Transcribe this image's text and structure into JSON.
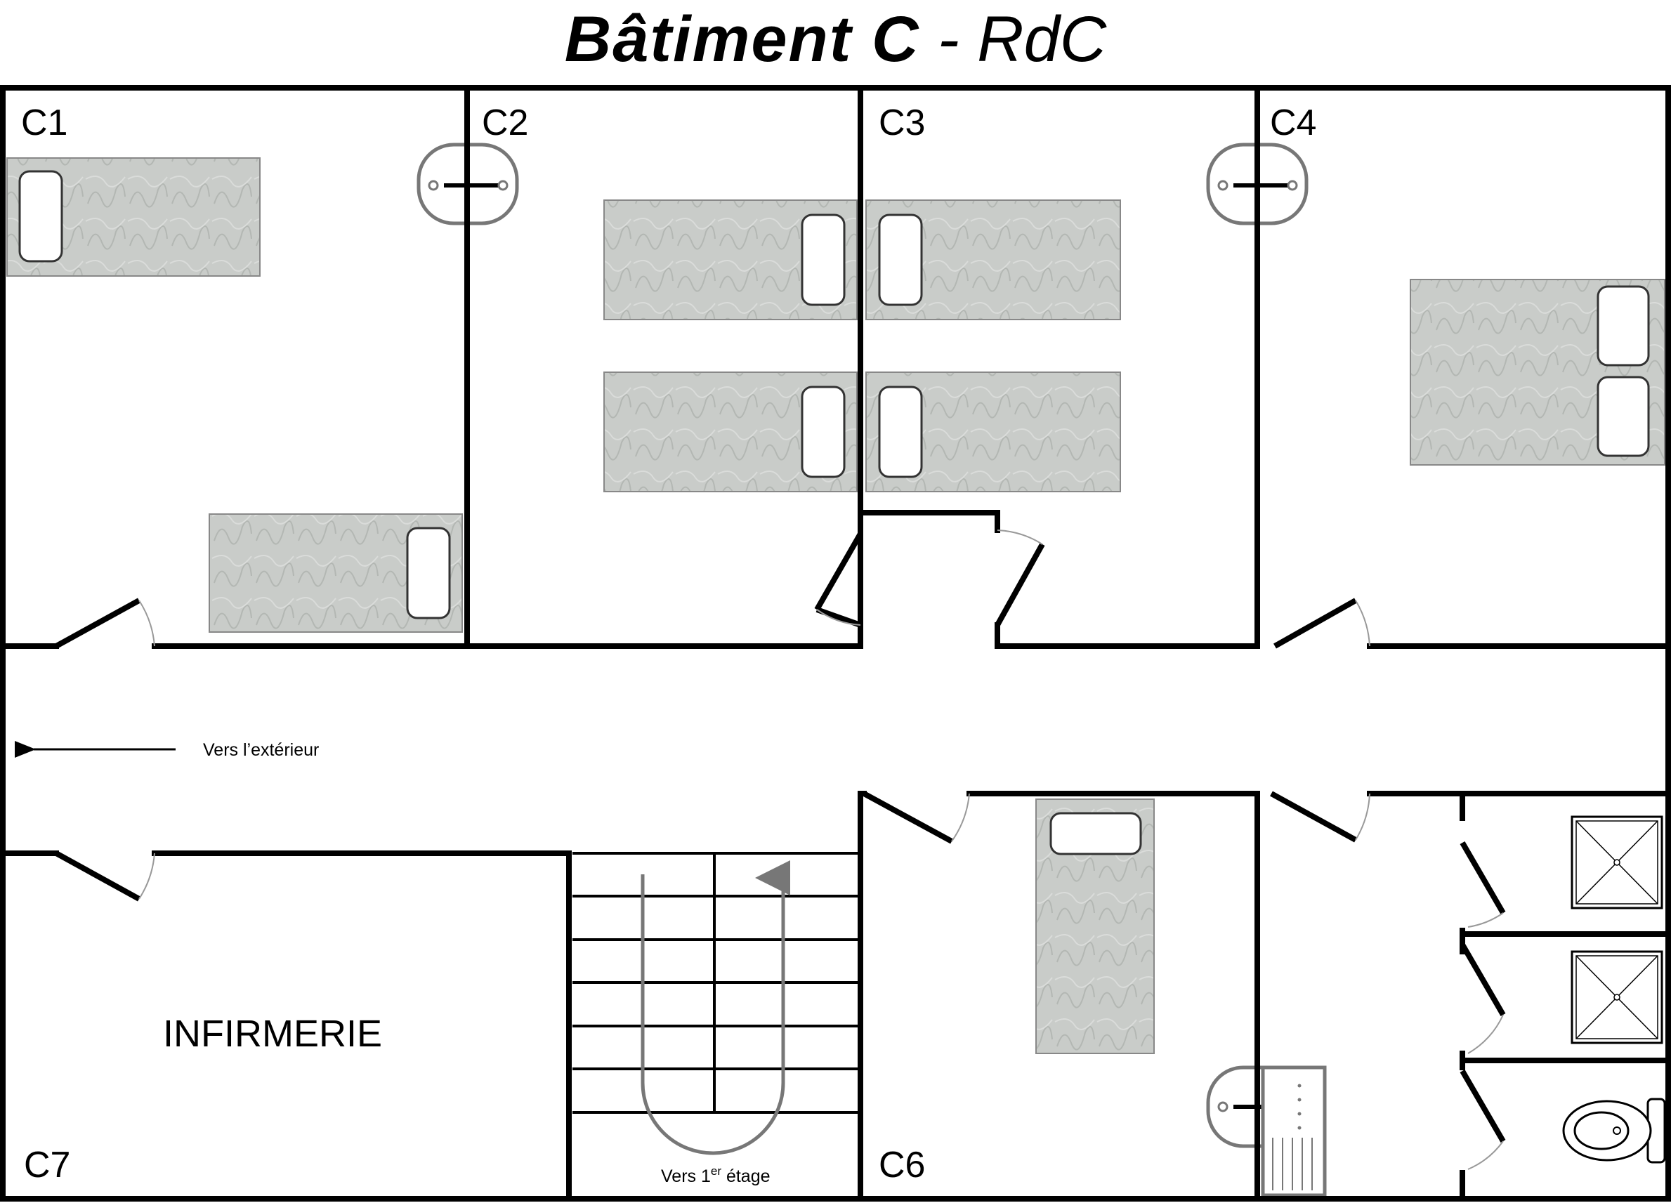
{
  "title": {
    "main": "Bâtiment C",
    "separator": " - ",
    "sub": "RdC"
  },
  "rooms": {
    "c1": "C1",
    "c2": "C2",
    "c3": "C3",
    "c4": "C4",
    "c6": "C6",
    "c7": "C7",
    "infirmerie": "INFIRMERIE"
  },
  "corridor": {
    "exit_label": "Vers l’extérieur"
  },
  "stairs": {
    "label_prefix": "Vers 1",
    "label_sup": "er",
    "label_suffix": " étage"
  },
  "colors": {
    "wall": "#000000",
    "bed": "#c8cbc8",
    "bed_stroke": "#777777",
    "fixture": "#777777",
    "door_arc": "#999999"
  }
}
